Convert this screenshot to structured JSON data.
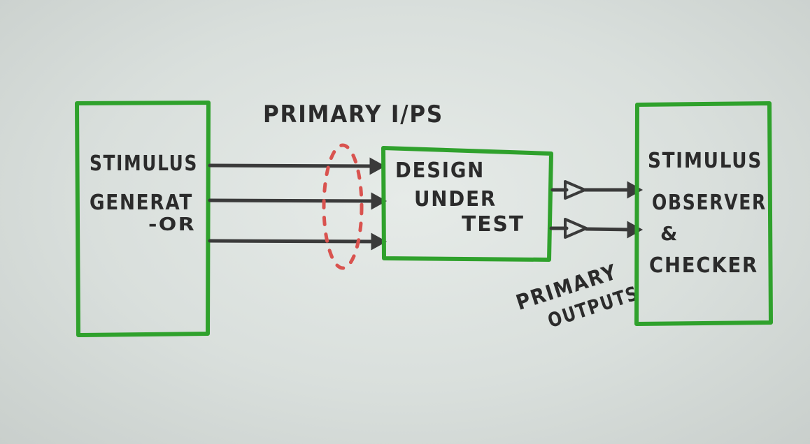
{
  "colors": {
    "box_stroke": "#2fa12c",
    "wire": "#3a3a3a",
    "text": "#2b2b2b",
    "group_ellipse": "#d9534f"
  },
  "stimulus_generator": {
    "line1": "STIMULUS",
    "line2": "GENERAT",
    "line3": "-OR"
  },
  "primary_inputs_label": "PRIMARY I/PS",
  "design_under_test": {
    "line1": "DESIGN",
    "line2": "UNDER",
    "line3": "TEST"
  },
  "primary_outputs_label": {
    "line1": "PRIMARY",
    "line2": "OUTPUTS"
  },
  "stimulus_observer": {
    "line1": "STIMULUS",
    "line2": "OBSERVER",
    "line3": "&",
    "line4": "CHECKER"
  }
}
